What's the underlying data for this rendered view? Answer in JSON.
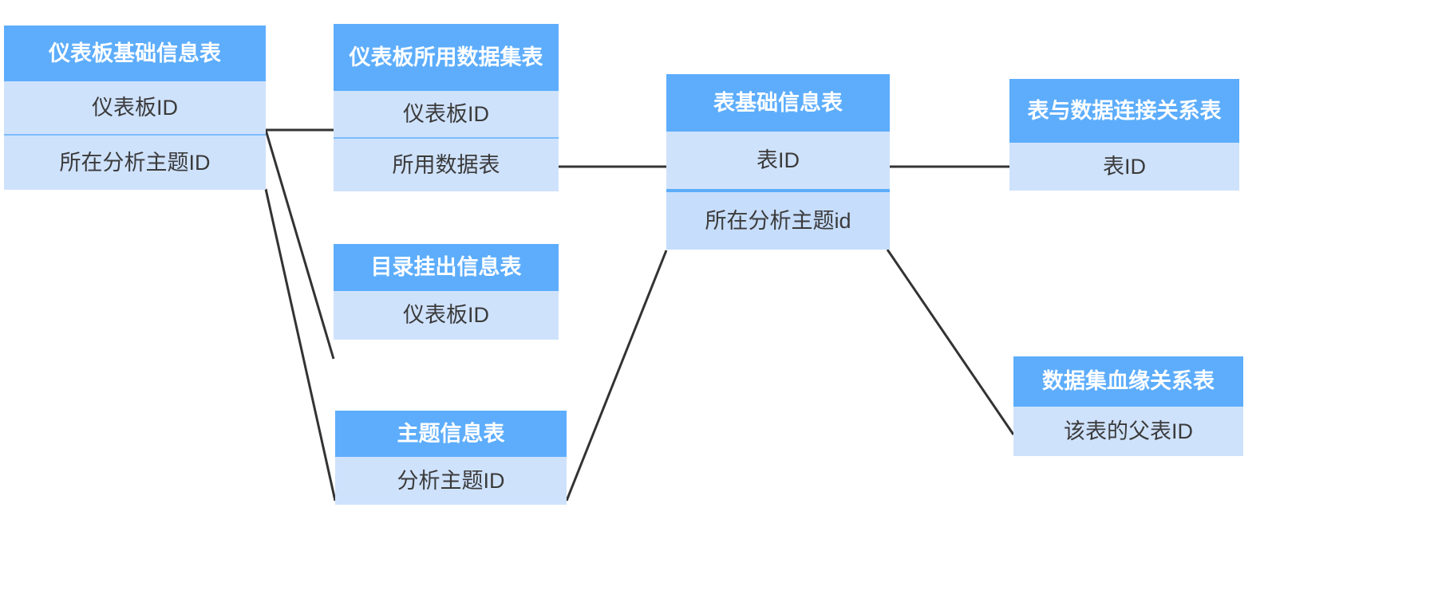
{
  "diagram": {
    "type": "entity-relationship",
    "title": "",
    "background": "#ffffff",
    "colors": {
      "header_fill": "#5DADFC",
      "header_text": "#ffffff",
      "row_fill": "#CFE2FC",
      "row_fill_alt": "#C6DDFB",
      "row_text": "#3b3b3b",
      "edge": "#333333"
    },
    "entities": [
      {
        "id": "dashboard_base",
        "name": "仪表板基础信息表",
        "fields": [
          "仪表板ID",
          "所在分析主题ID"
        ]
      },
      {
        "id": "dashboard_dataset",
        "name": "仪表板所用数据集表",
        "fields": [
          "仪表板ID",
          "所用数据表"
        ]
      },
      {
        "id": "table_base",
        "name": "表基础信息表",
        "fields": [
          "表ID",
          "所在分析主题id"
        ]
      },
      {
        "id": "table_conn",
        "name": "表与数据连接关系表",
        "fields": [
          "表ID"
        ]
      },
      {
        "id": "catalog_publish",
        "name": "目录挂出信息表",
        "fields": [
          "仪表板ID"
        ]
      },
      {
        "id": "subject_info",
        "name": "主题信息表",
        "fields": [
          "分析主题ID"
        ]
      },
      {
        "id": "dataset_lineage",
        "name": "数据集血缘关系表",
        "fields": [
          "该表的父表ID"
        ]
      }
    ],
    "edges": [
      {
        "from": "仪表板基础信息表.仪表板ID",
        "to": "仪表板所用数据集表.仪表板ID"
      },
      {
        "from": "仪表板基础信息表.仪表板ID",
        "to": "目录挂出信息表.仪表板ID"
      },
      {
        "from": "仪表板基础信息表.所在分析主题ID",
        "to": "主题信息表.分析主题ID"
      },
      {
        "from": "仪表板所用数据集表.所用数据表",
        "to": "表基础信息表.表ID"
      },
      {
        "from": "表基础信息表.表ID",
        "to": "表与数据连接关系表.表ID"
      },
      {
        "from": "表基础信息表.所在分析主题id",
        "to": "主题信息表.分析主题ID"
      },
      {
        "from": "表基础信息表.所在分析主题id",
        "to": "数据集血缘关系表.该表的父表ID"
      }
    ]
  }
}
